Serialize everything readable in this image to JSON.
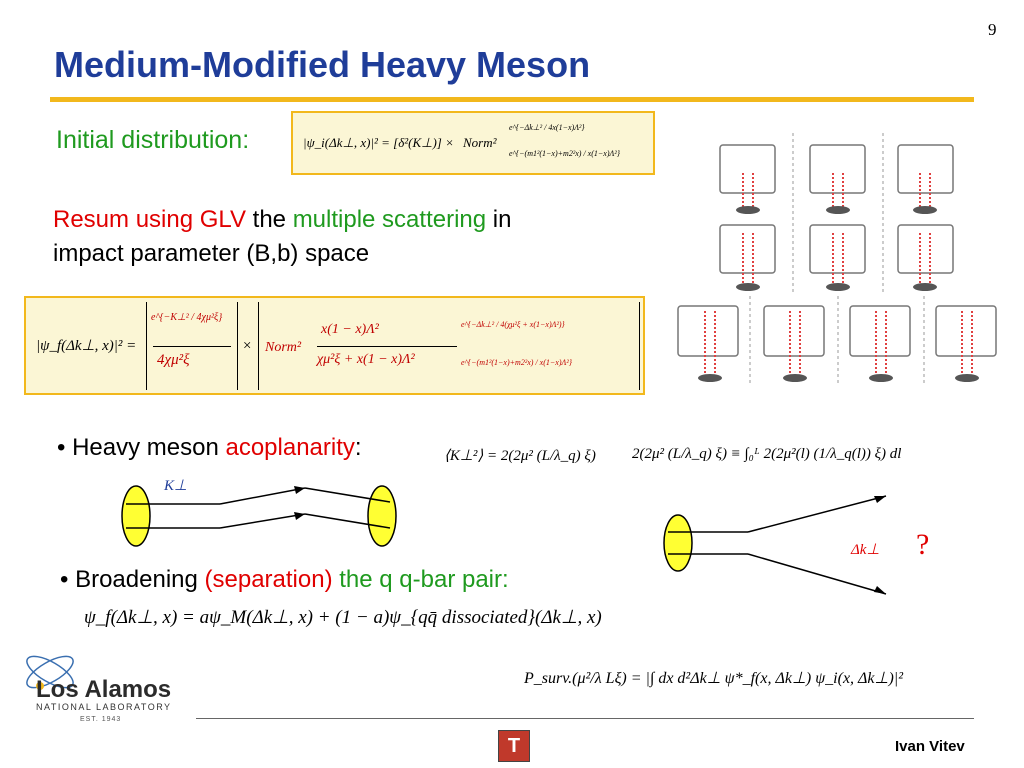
{
  "slide": {
    "number": "9",
    "title": "Medium-Modified Heavy Meson",
    "author": "Ivan Vitev"
  },
  "initial": {
    "label": "Initial distribution:",
    "eq_lhs": "|ψ_i(Δk⊥, x)|² = [δ²(K⊥)] ×",
    "eq_norm": "Norm²",
    "eq_exp1": "e^{−Δk⊥² / 4x(1−x)Λ²}",
    "eq_exp2": "e^{−(m1²(1−x)+m2²x) / x(1−x)Λ²}"
  },
  "resum": {
    "part1": "Resum using GLV",
    "part2": " the ",
    "part3": "multiple scattering",
    "part4": " in",
    "line2": "impact parameter (B,b) space"
  },
  "final_eq": {
    "lhs": "|ψ_f(Δk⊥, x)|² =",
    "bracket1_top": "e^{−K⊥² / 4χμ²ξ}",
    "bracket1_bottom": "4χμ²ξ",
    "times": "×",
    "norm": "Norm²",
    "frac_num": "x(1 − x)Λ²",
    "frac_den": "χμ²ξ + x(1 − x)Λ²",
    "exp1": "e^{−Δk⊥² / 4(χμ²ξ + x(1−x)Λ²)}",
    "exp2": "e^{−(m1²(1−x)+m2²x) / x(1−x)Λ²}"
  },
  "acop": {
    "bullet": "•",
    "label_prefix": "Heavy meson ",
    "label_red": "acoplanarity",
    "label_suffix": ":",
    "eq1": "⟨K⊥²⟩ = 2(2μ² (L/λ_q) ξ)",
    "eq2": "2(2μ² (L/λ_q) ξ) ≡ ∫₀ᴸ 2(2μ²(l) (1/λ_q(l)) ξ) dl",
    "k_label": "K⊥"
  },
  "broad": {
    "bullet": "•",
    "label_prefix": "Broadening ",
    "label_red": "(separation)",
    "label_green": " the q q-bar pair:",
    "eq": "ψ_f(Δk⊥, x) = aψ_M(Δk⊥, x) + (1 − a)ψ_{qq̄ dissociated}(Δk⊥, x)",
    "dk_label": "Δk⊥",
    "question": "?"
  },
  "psurv": {
    "eq": "P_surv.(μ²/λ Lξ) = |∫ dx d²Δk⊥ ψ*_f(x, Δk⊥) ψ_i(x, Δk⊥)|²"
  },
  "logo": {
    "name": "Los Alamos",
    "sub": "NATIONAL LABORATORY",
    "est": "EST. 1943"
  },
  "colors": {
    "title": "#1f3d99",
    "accent_rule": "#f2b81c",
    "red": "#e00000",
    "green": "#1f9a1f",
    "box_fill": "#fbf6d5"
  }
}
